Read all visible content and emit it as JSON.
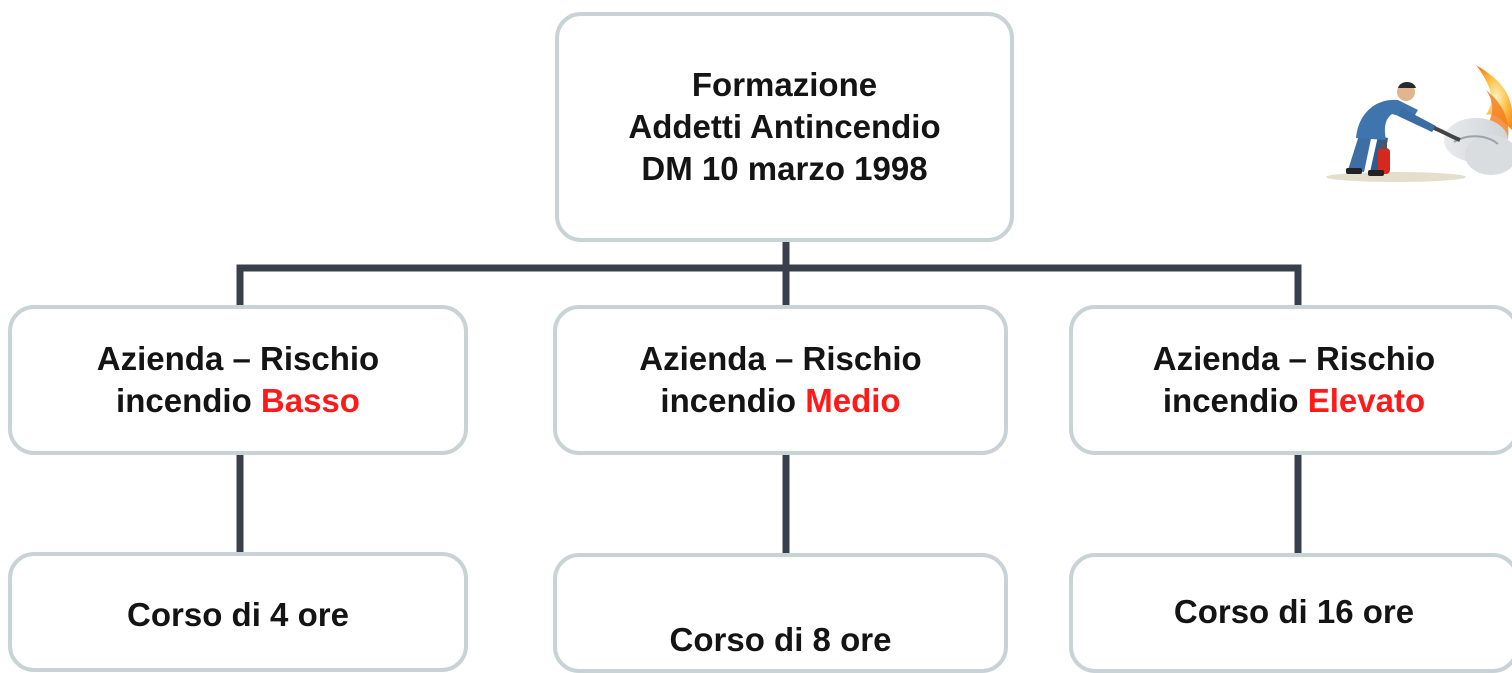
{
  "diagram": {
    "root": {
      "lines": [
        "Formazione",
        "Addetti Antincendio",
        "DM 10 marzo 1998"
      ]
    },
    "levels": [
      {
        "line1": "Azienda – Rischio",
        "prefix": "incendio ",
        "risk": "Basso",
        "course": "Corso di 4 ore"
      },
      {
        "line1": "Azienda – Rischio",
        "prefix": "incendio ",
        "risk": "Medio",
        "course": "Corso di 8 ore"
      },
      {
        "line1": "Azienda – Rischio",
        "prefix": "incendio ",
        "risk": "Elevato",
        "course": "Corso di 16 ore"
      }
    ]
  },
  "colors": {
    "box_border": "#c9d3d6",
    "connector": "#3a3f4c",
    "text": "#141414",
    "risk_highlight": "#ff1a1a"
  },
  "icons": {
    "clipart": "firefighter-extinguisher-icon"
  }
}
